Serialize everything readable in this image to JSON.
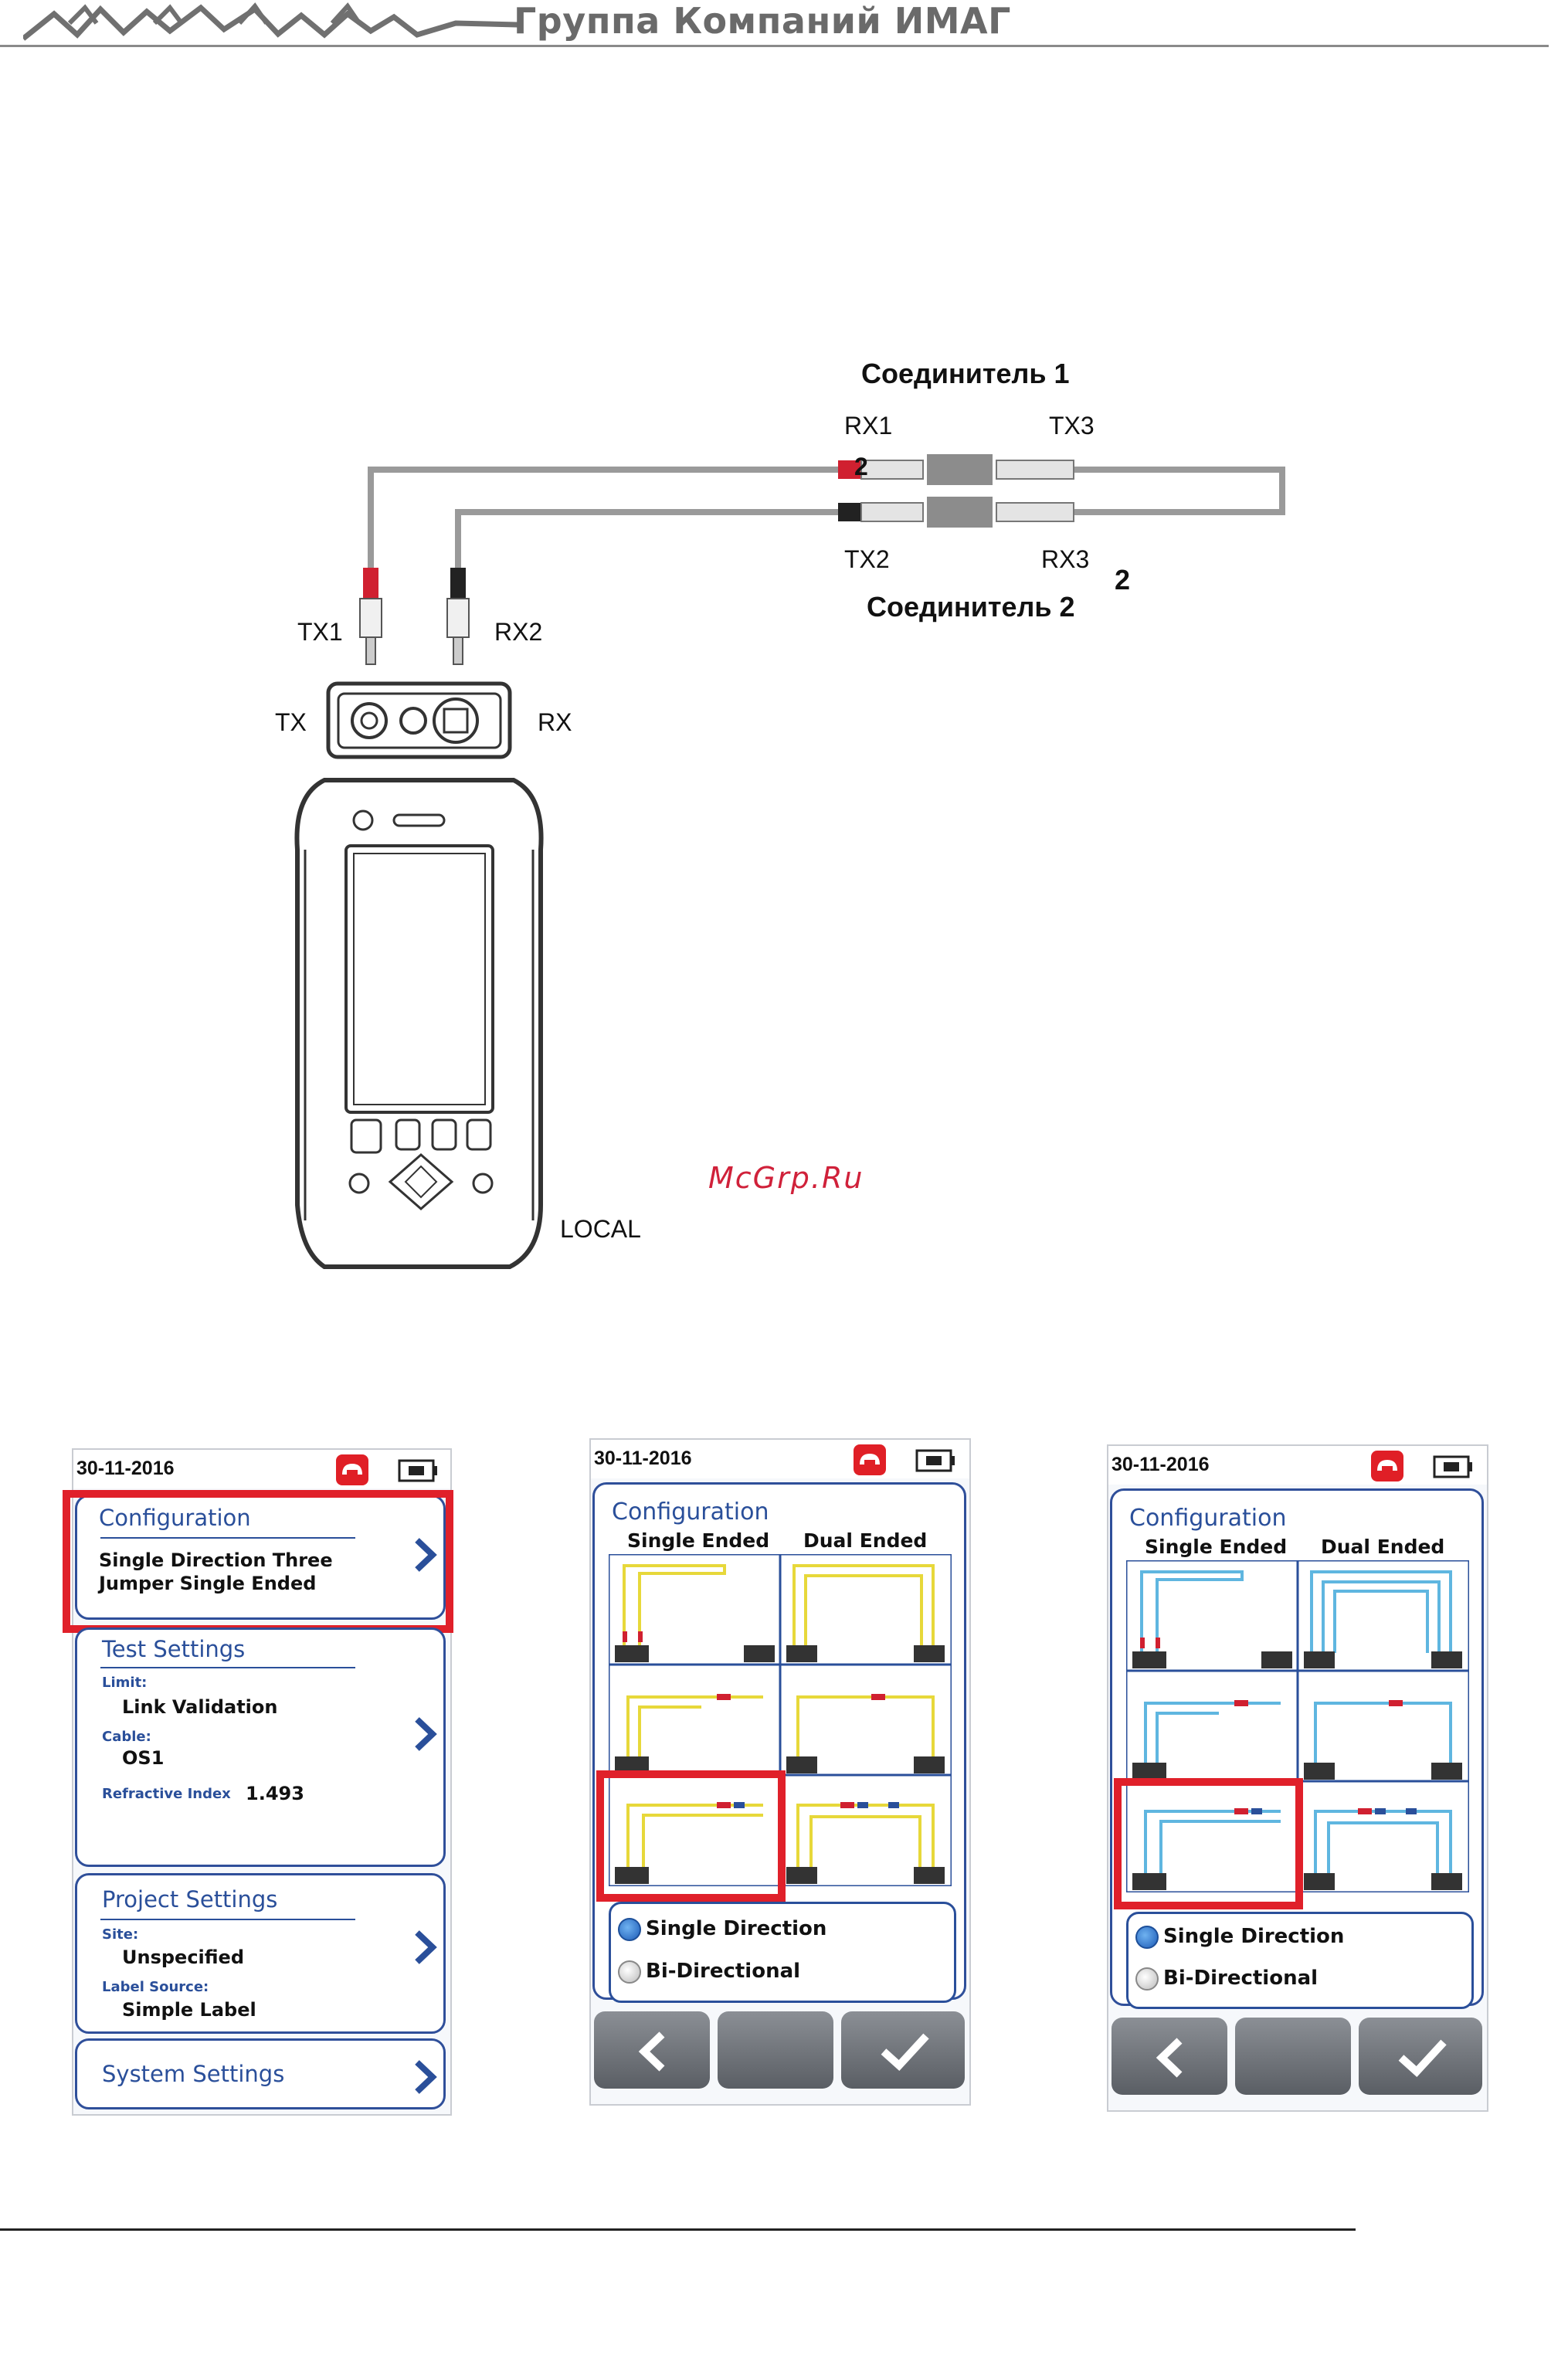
{
  "header": {
    "company": "Группа Компаний ИМАГ"
  },
  "diagram": {
    "connector1_title": "Соединитель 1",
    "connector2_title": "Соединитель 2",
    "rx1": "RX1",
    "tx3": "TX3",
    "tx2": "TX2",
    "rx3": "RX3",
    "num_top": "2",
    "num_right": "2",
    "tx1": "TX1",
    "rx2": "RX2",
    "tx": "TX",
    "rx": "RX",
    "local": "LOCAL"
  },
  "watermark": "McGrp.Ru",
  "screen1": {
    "date": "30-11-2016",
    "configuration": {
      "title": "Configuration",
      "line1": "Single Direction Three",
      "line2": "Jumper Single Ended"
    },
    "test_settings": {
      "title": "Test Settings",
      "limit_label": "Limit:",
      "limit_value": "Link Validation",
      "cable_label": "Cable:",
      "cable_value": "OS1",
      "ri_label": "Refractive Index",
      "ri_value": "1.493"
    },
    "project_settings": {
      "title": "Project Settings",
      "site_label": "Site:",
      "site_value": "Unspecified",
      "label_source_label": "Label Source:",
      "label_source_value": "Simple Label"
    },
    "system_settings": {
      "title": "System Settings"
    }
  },
  "screen2": {
    "date": "30-11-2016",
    "title": "Configuration",
    "col1": "Single Ended",
    "col2": "Dual Ended",
    "opt1": "Single Direction",
    "opt2": "Bi-Directional",
    "cable_color": "#e7d83a"
  },
  "screen3": {
    "date": "30-11-2016",
    "title": "Configuration",
    "col1": "Single Ended",
    "col2": "Dual Ended",
    "opt1": "Single Direction",
    "opt2": "Bi-Directional",
    "cable_color": "#5fb6e0"
  },
  "colors": {
    "highlight": "#e0202a",
    "accent": "#2a4f9a"
  }
}
